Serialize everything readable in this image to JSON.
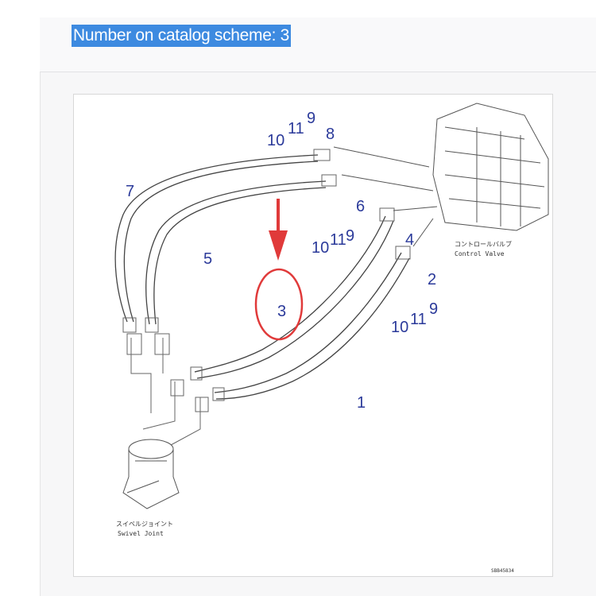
{
  "caption": "Number on catalog scheme: 3",
  "colors": {
    "highlight": "#3d8ae0",
    "callout": "#e03a3a",
    "part_numbers": "#2b3a9a"
  },
  "diagram": {
    "part_numbers": [
      "10",
      "11",
      "9",
      "8",
      "7",
      "5",
      "6",
      "10",
      "11",
      "9",
      "4",
      "2",
      "3",
      "10",
      "11",
      "9",
      "1"
    ],
    "control_valve_jp": "コントロールバルブ",
    "control_valve_en": "Control Valve",
    "swivel_joint_jp": "スイベルジョイント",
    "swivel_joint_en": "Swivel Joint",
    "drawing_code": "SBB45834",
    "highlighted_part": "3"
  }
}
